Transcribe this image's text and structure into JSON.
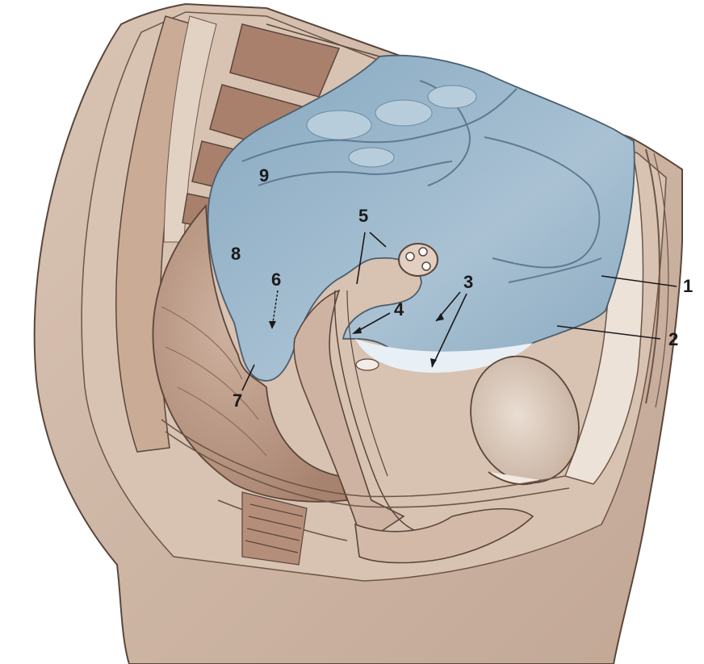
{
  "diagram": {
    "labels": [
      "1",
      "2",
      "3",
      "4",
      "5",
      "6",
      "7",
      "8",
      "9"
    ]
  },
  "colors": {
    "tissue": "#cdb5a4",
    "tissue_dark": "#a88a77",
    "peritoneum_blue": "#9fb9cc",
    "peritoneum_light": "#d7e3ec",
    "muscle": "#b89583",
    "fat": "#e6dcd2",
    "outline": "#5b463b"
  }
}
